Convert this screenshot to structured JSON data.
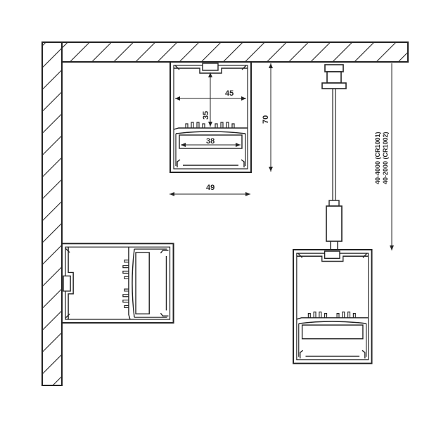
{
  "dimensions": {
    "inner_width": "45",
    "inner_height": "35",
    "diffuser_width": "38",
    "profile_height": "70",
    "profile_width": "49",
    "cable_length_1": "40-4000 (CR1001)",
    "cable_length_2": "40-2000 (CR1002)"
  },
  "colors": {
    "line": "#222222",
    "background": "#ffffff"
  }
}
